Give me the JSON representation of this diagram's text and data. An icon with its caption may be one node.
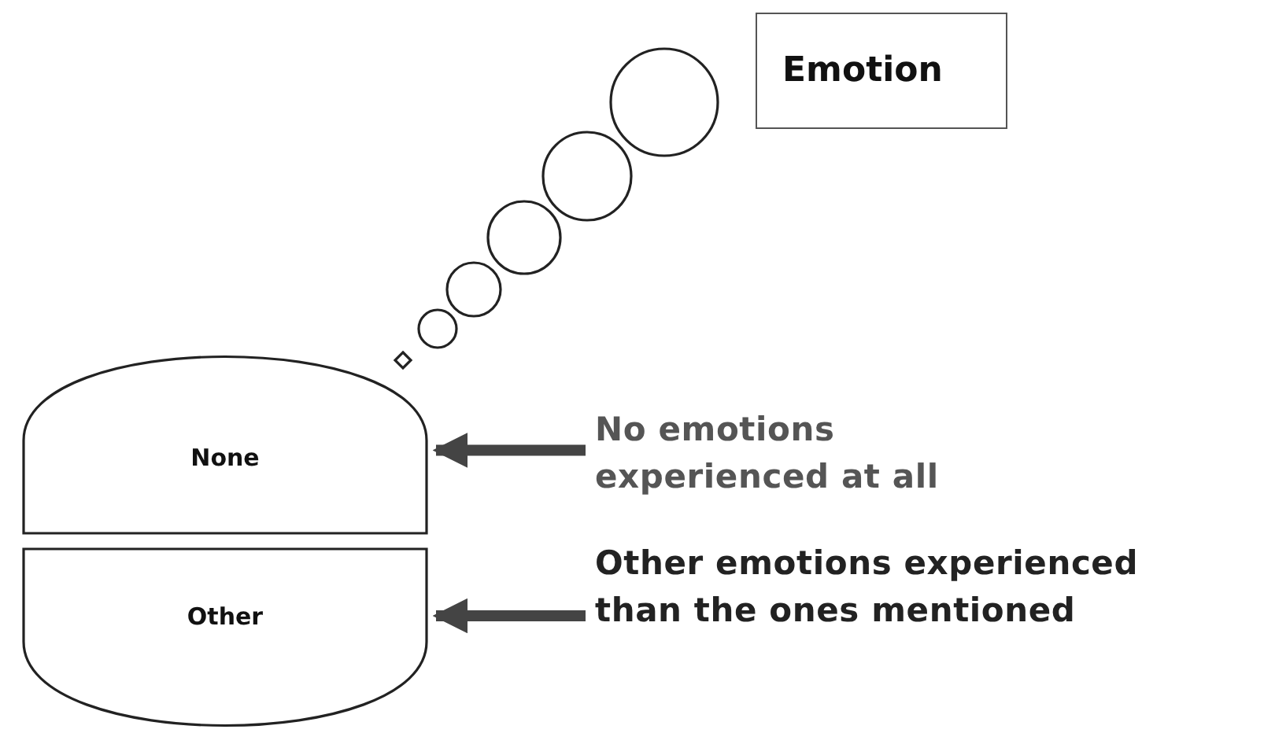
{
  "diagram": {
    "nodes": [
      {
        "text": [
          "Emotion"
        ]
      },
      {
        "text": [
          "None"
        ]
      },
      {
        "text": [
          "Other"
        ]
      },
      {
        "text": [
          "No emotions experienced at all"
        ]
      },
      {
        "text": [
          "Other emotions experienced than the ones mentioned"
        ]
      }
    ],
    "edges": [
      {
        "from": 3,
        "to": 1,
        "arrow": "to"
      },
      {
        "from": 4,
        "to": 2,
        "arrow": "to"
      }
    ]
  }
}
